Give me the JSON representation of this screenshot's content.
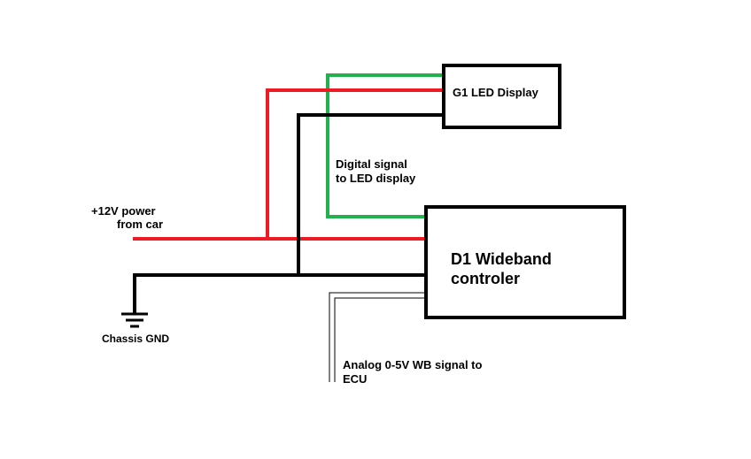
{
  "colors": {
    "power": "#ed1c24",
    "ground": "#000000",
    "signal": "#22b14c",
    "analog": "#000000",
    "background": "#ffffff"
  },
  "components": {
    "display": {
      "label": "G1 LED Display"
    },
    "controller": {
      "label_line1": "D1 Wideband",
      "label_line2": "controler"
    }
  },
  "labels": {
    "power_line1": "+12V power",
    "power_line2": "from car",
    "ground": "Chassis GND",
    "digital_line1": "Digital signal",
    "digital_line2": "to LED display",
    "analog_line1": "Analog 0-5V WB signal to",
    "analog_line2": "ECU"
  }
}
